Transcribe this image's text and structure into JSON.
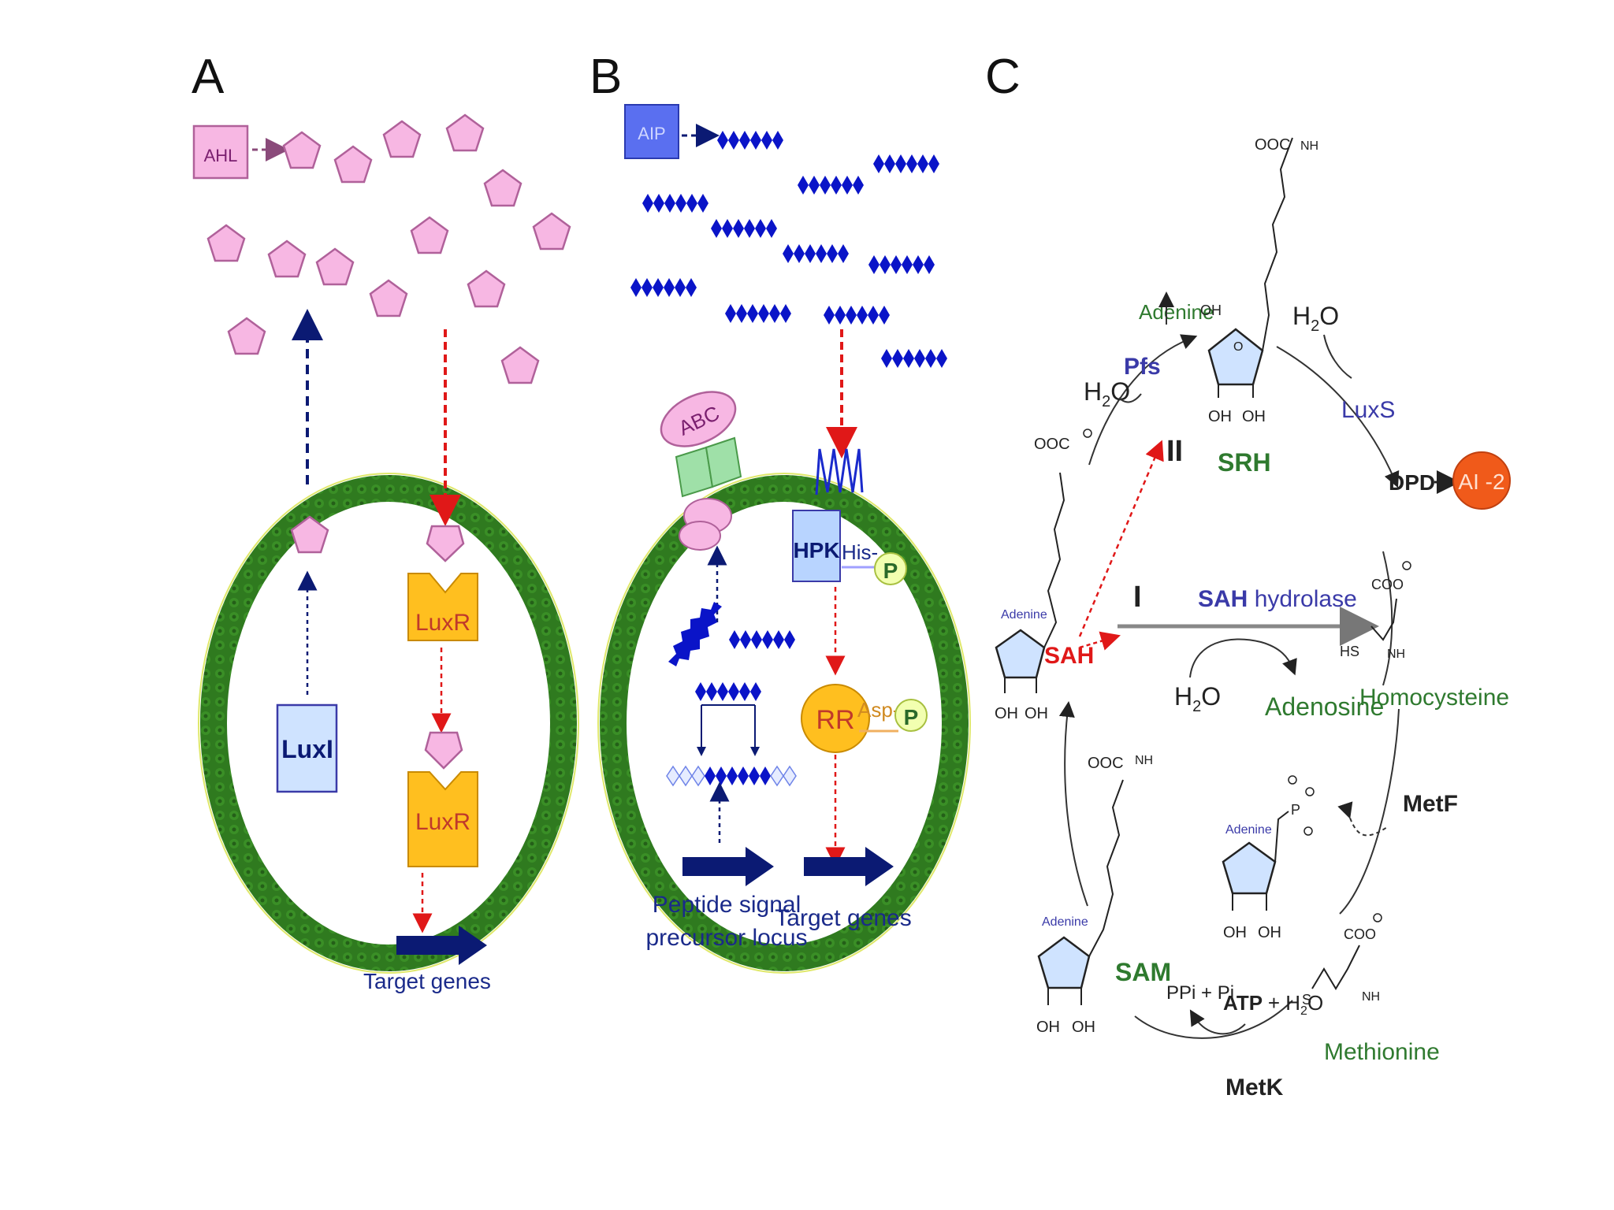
{
  "panel_a": {
    "label": "A",
    "signal": "AHL",
    "synthase": "LuxI",
    "receptor": "LuxR",
    "receptor2": "LuxR",
    "target": "Target  genes"
  },
  "panel_b": {
    "label": "B",
    "signal": "AIP",
    "transporter": "ABC",
    "kinase": "HPK",
    "his": "His-",
    "p1": "P",
    "regulator": "RR",
    "asp": "Asp-",
    "p2": "P",
    "precursor_line1": "Peptide signal",
    "precursor_line2": "precursor  locus",
    "target": "Target  genes"
  },
  "panel_c": {
    "label": "C",
    "adenine_top": "Adenine",
    "pfs": "Pfs",
    "h2o_left": "H",
    "h2o_right": "H",
    "sub2": "2",
    "o": "O",
    "roman2": "II",
    "srh": "SRH",
    "luxs": "LuxS",
    "dpd": "DPD",
    "ai2": "AI -2",
    "roman1": "I",
    "sah": "SAH",
    "sah_hydrolase_a": "SAH",
    "sah_hydrolase_b": "hydrolase",
    "h2o_mid": "H",
    "adenosine": "Adenosine",
    "homocysteine": "Homocysteine",
    "metf": "MetF",
    "sam": "SAM",
    "ppi": "PPi + Pi",
    "atp": "ATP",
    "plus_h2o": "+ H",
    "methionine": "Methionine",
    "metk": "MetK",
    "oh": "OH",
    "adenine_small": "Adenine",
    "ooc": "OOC",
    "nh3": "NH",
    "coo": "COO",
    "hs": "HS",
    "s": "S",
    "p_atom": "P",
    "o_atom": "O"
  },
  "colors": {
    "membrane": "#2f7a1f",
    "signal_pink": "#f7b7e3",
    "peptide_blue": "#0a14c8",
    "navy": "#0b1a73",
    "red_arrow": "#e01818",
    "luxr_orange": "#ffbf1f",
    "enzyme_blue": "#3a3aa8",
    "product_green": "#2f7a2f",
    "ai2_orange": "#f05a1a"
  }
}
